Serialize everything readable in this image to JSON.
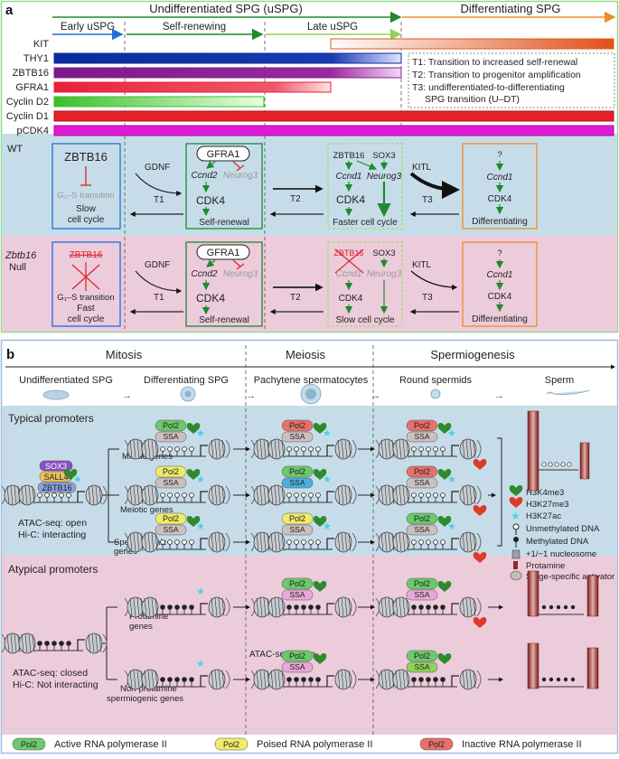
{
  "panel_a": {
    "label": "a",
    "top_stages": [
      {
        "text": "Undifferentiated SPG (uSPG)",
        "color": "#1f8a2e"
      },
      {
        "text": "Differentiating SPG",
        "color": "#f08c2a"
      }
    ],
    "sub_stages": [
      {
        "text": "Early uSPG",
        "color": "#1f6fd8"
      },
      {
        "text": "Self-renewing",
        "color": "#1f8a2e"
      },
      {
        "text": "Late uSPG",
        "color": "#8fd15a"
      }
    ],
    "factors": [
      {
        "name": "KIT",
        "color": "#e05a1a"
      },
      {
        "name": "THY1",
        "color": "#0a2a9e"
      },
      {
        "name": "ZBTB16",
        "color": "#8a1a8a"
      },
      {
        "name": "GFRA1",
        "color": "#e8203a"
      },
      {
        "name": "Cyclin D2",
        "color": "#4cc02a"
      },
      {
        "name": "Cyclin D1",
        "color": "#e8202a"
      },
      {
        "name": "pCDK4",
        "color": "#e01ad8"
      }
    ],
    "transitions_legend": [
      "T1: Transition to increased self-renewal",
      "T2: Transition to progenitor amplification",
      "T3: undifferentiated-to-differentiating",
      "SPG transition (U–DT)"
    ],
    "wt": {
      "label": "WT",
      "box1": {
        "title": "ZBTB16",
        "g1s": "G₁–S transition",
        "bottom1": "Slow",
        "bottom2": "cell cycle"
      },
      "gdnf": "GDNF",
      "t1": "T1",
      "box2": {
        "gfra1": "GFRA1",
        "ccnd2": "Ccnd2",
        "neurog3": "Neurog3",
        "cdk4": "CDK4",
        "bottom": "Self-renewal"
      },
      "t2": "T2",
      "box3": {
        "zbtb16": "ZBTB16",
        "sox3": "SOX3",
        "ccnd1": "Ccnd1",
        "neurog3": "Neurog3",
        "cdk4": "CDK4",
        "bottom": "Faster cell cycle"
      },
      "kitl": "KITL",
      "t3": "T3",
      "box4": {
        "q": "?",
        "ccnd1": "Ccnd1",
        "cdk4": "CDK4",
        "bottom": "Differentiating"
      }
    },
    "null": {
      "label1": "Zbtb16",
      "label2": "Null",
      "box1": {
        "title": "ZBTB16",
        "g1s": "G₁–S transition",
        "bottom1": "Fast",
        "bottom2": "cell cycle"
      },
      "gdnf": "GDNF",
      "t1": "T1",
      "box2": {
        "gfra1": "GFRA1",
        "ccnd2": "Ccnd2",
        "neurog3": "Neurog3",
        "cdk4": "CDK4",
        "bottom": "Self-renewal"
      },
      "t2": "T2",
      "box3": {
        "zbtb16": "ZBTB16",
        "sox3": "SOX3",
        "ccnd1": "Ccnd1",
        "neurog3": "Neurog3",
        "cdk4": "CDK4",
        "bottom": "Slow cell cycle"
      },
      "kitl": "KITL",
      "t3": "T3",
      "box4": {
        "q": "?",
        "ccnd1": "Ccnd1",
        "cdk4": "CDK4",
        "bottom": "Differentiating"
      }
    }
  },
  "panel_b": {
    "label": "b",
    "phases": [
      "Mitosis",
      "Meiosis",
      "Spermiogenesis"
    ],
    "stages": [
      "Undifferentiated SPG",
      "Differentiating SPG",
      "Pachytene spermatocytes",
      "Round spermids",
      "Sperm"
    ],
    "typical": {
      "title": "Typical promoters",
      "tfs": [
        "SOX3",
        "SALL4",
        "ZBTB16"
      ],
      "atac": "ATAC-seq: open",
      "hic": "Hi-C: interacting",
      "rows": [
        "Mitotic genes",
        "Meiotic genes",
        "Spermiogenic",
        "genes"
      ]
    },
    "atypical": {
      "title": "Atypical promoters",
      "atac": "ATAC-seq: closed",
      "hic": "Hi-C: Not interacting",
      "rows": [
        "Protamine",
        "genes",
        "Non-protamine",
        "spermiogenic genes"
      ],
      "atac_open": "ATAC-seq: open"
    },
    "pol2": "Pol2",
    "ssa": "SSA",
    "legend": [
      {
        "text": "H3K4me3",
        "color": "#2e8a2e"
      },
      {
        "text": "H3K27me3",
        "color": "#e03a2a"
      },
      {
        "text": "H3K27ac",
        "color": "#4ad0e0"
      },
      {
        "text": "Unmethylated DNA"
      },
      {
        "text": "Methylated DNA"
      },
      {
        "text": "+1/−1 nucleosome"
      },
      {
        "text": "Protamine"
      },
      {
        "text": "Stage-specific activator"
      }
    ],
    "pol_legend": [
      {
        "text": "Active RNA polymerase II",
        "color": "#6cc96c"
      },
      {
        "text": "Poised RNA polymerase II",
        "color": "#f0ec6a"
      },
      {
        "text": "Inactive RNA polymerase II",
        "color": "#e8706a"
      }
    ]
  }
}
